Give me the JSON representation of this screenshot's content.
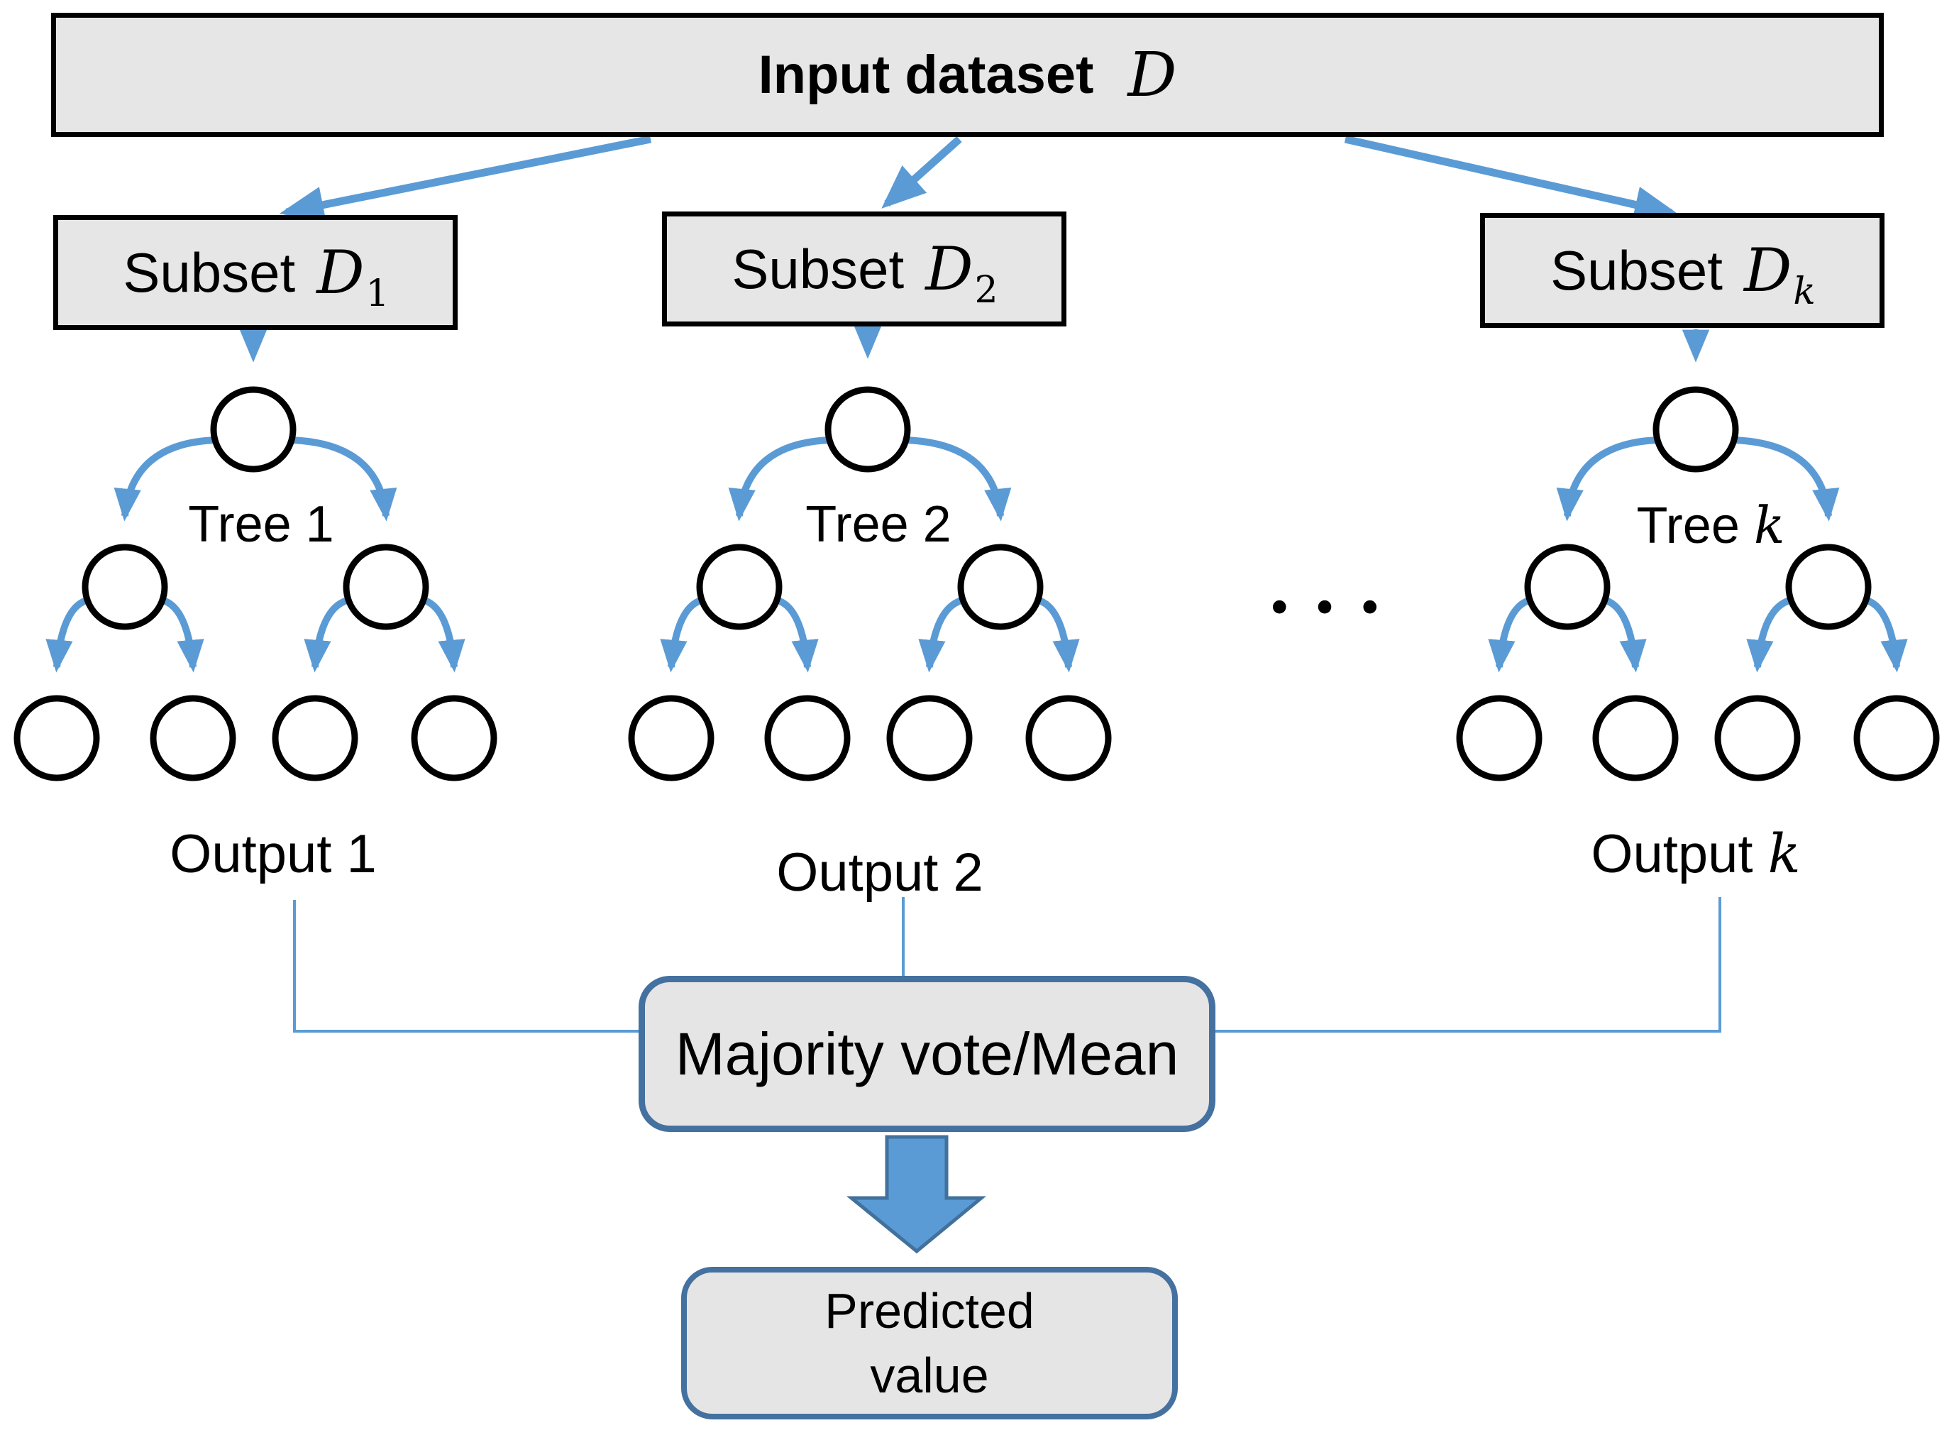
{
  "input_box": {
    "label": "Input dataset",
    "var": "D"
  },
  "subsets": [
    {
      "label": "Subset",
      "var": "D",
      "sub": "1"
    },
    {
      "label": "Subset",
      "var": "D",
      "sub": "2"
    },
    {
      "label": "Subset",
      "var": "D",
      "sub": "k"
    }
  ],
  "trees": [
    {
      "label": "Tree",
      "index": "1"
    },
    {
      "label": "Tree",
      "index": "2"
    },
    {
      "label": "Tree",
      "index": "k"
    }
  ],
  "outputs": [
    {
      "label": "Output",
      "index": "1"
    },
    {
      "label": "Output",
      "index": "2"
    },
    {
      "label": "Output",
      "index": "k"
    }
  ],
  "ellipsis": "•••",
  "aggregator": {
    "label": "Majority vote/Mean"
  },
  "result": {
    "line1": "Predicted",
    "line2": "value"
  },
  "colors": {
    "box_fill": "#e6e6e6",
    "box_border": "#000000",
    "rounded_box_fill": "#e6e5e5",
    "rounded_box_border": "#44719f",
    "arrow_blue": "#5b9bd5",
    "fat_arrow_fill": "#5b9bd5",
    "fat_arrow_border": "#41719c",
    "node_fill": "#ffffff",
    "node_border": "#000000",
    "text": "#000000"
  }
}
